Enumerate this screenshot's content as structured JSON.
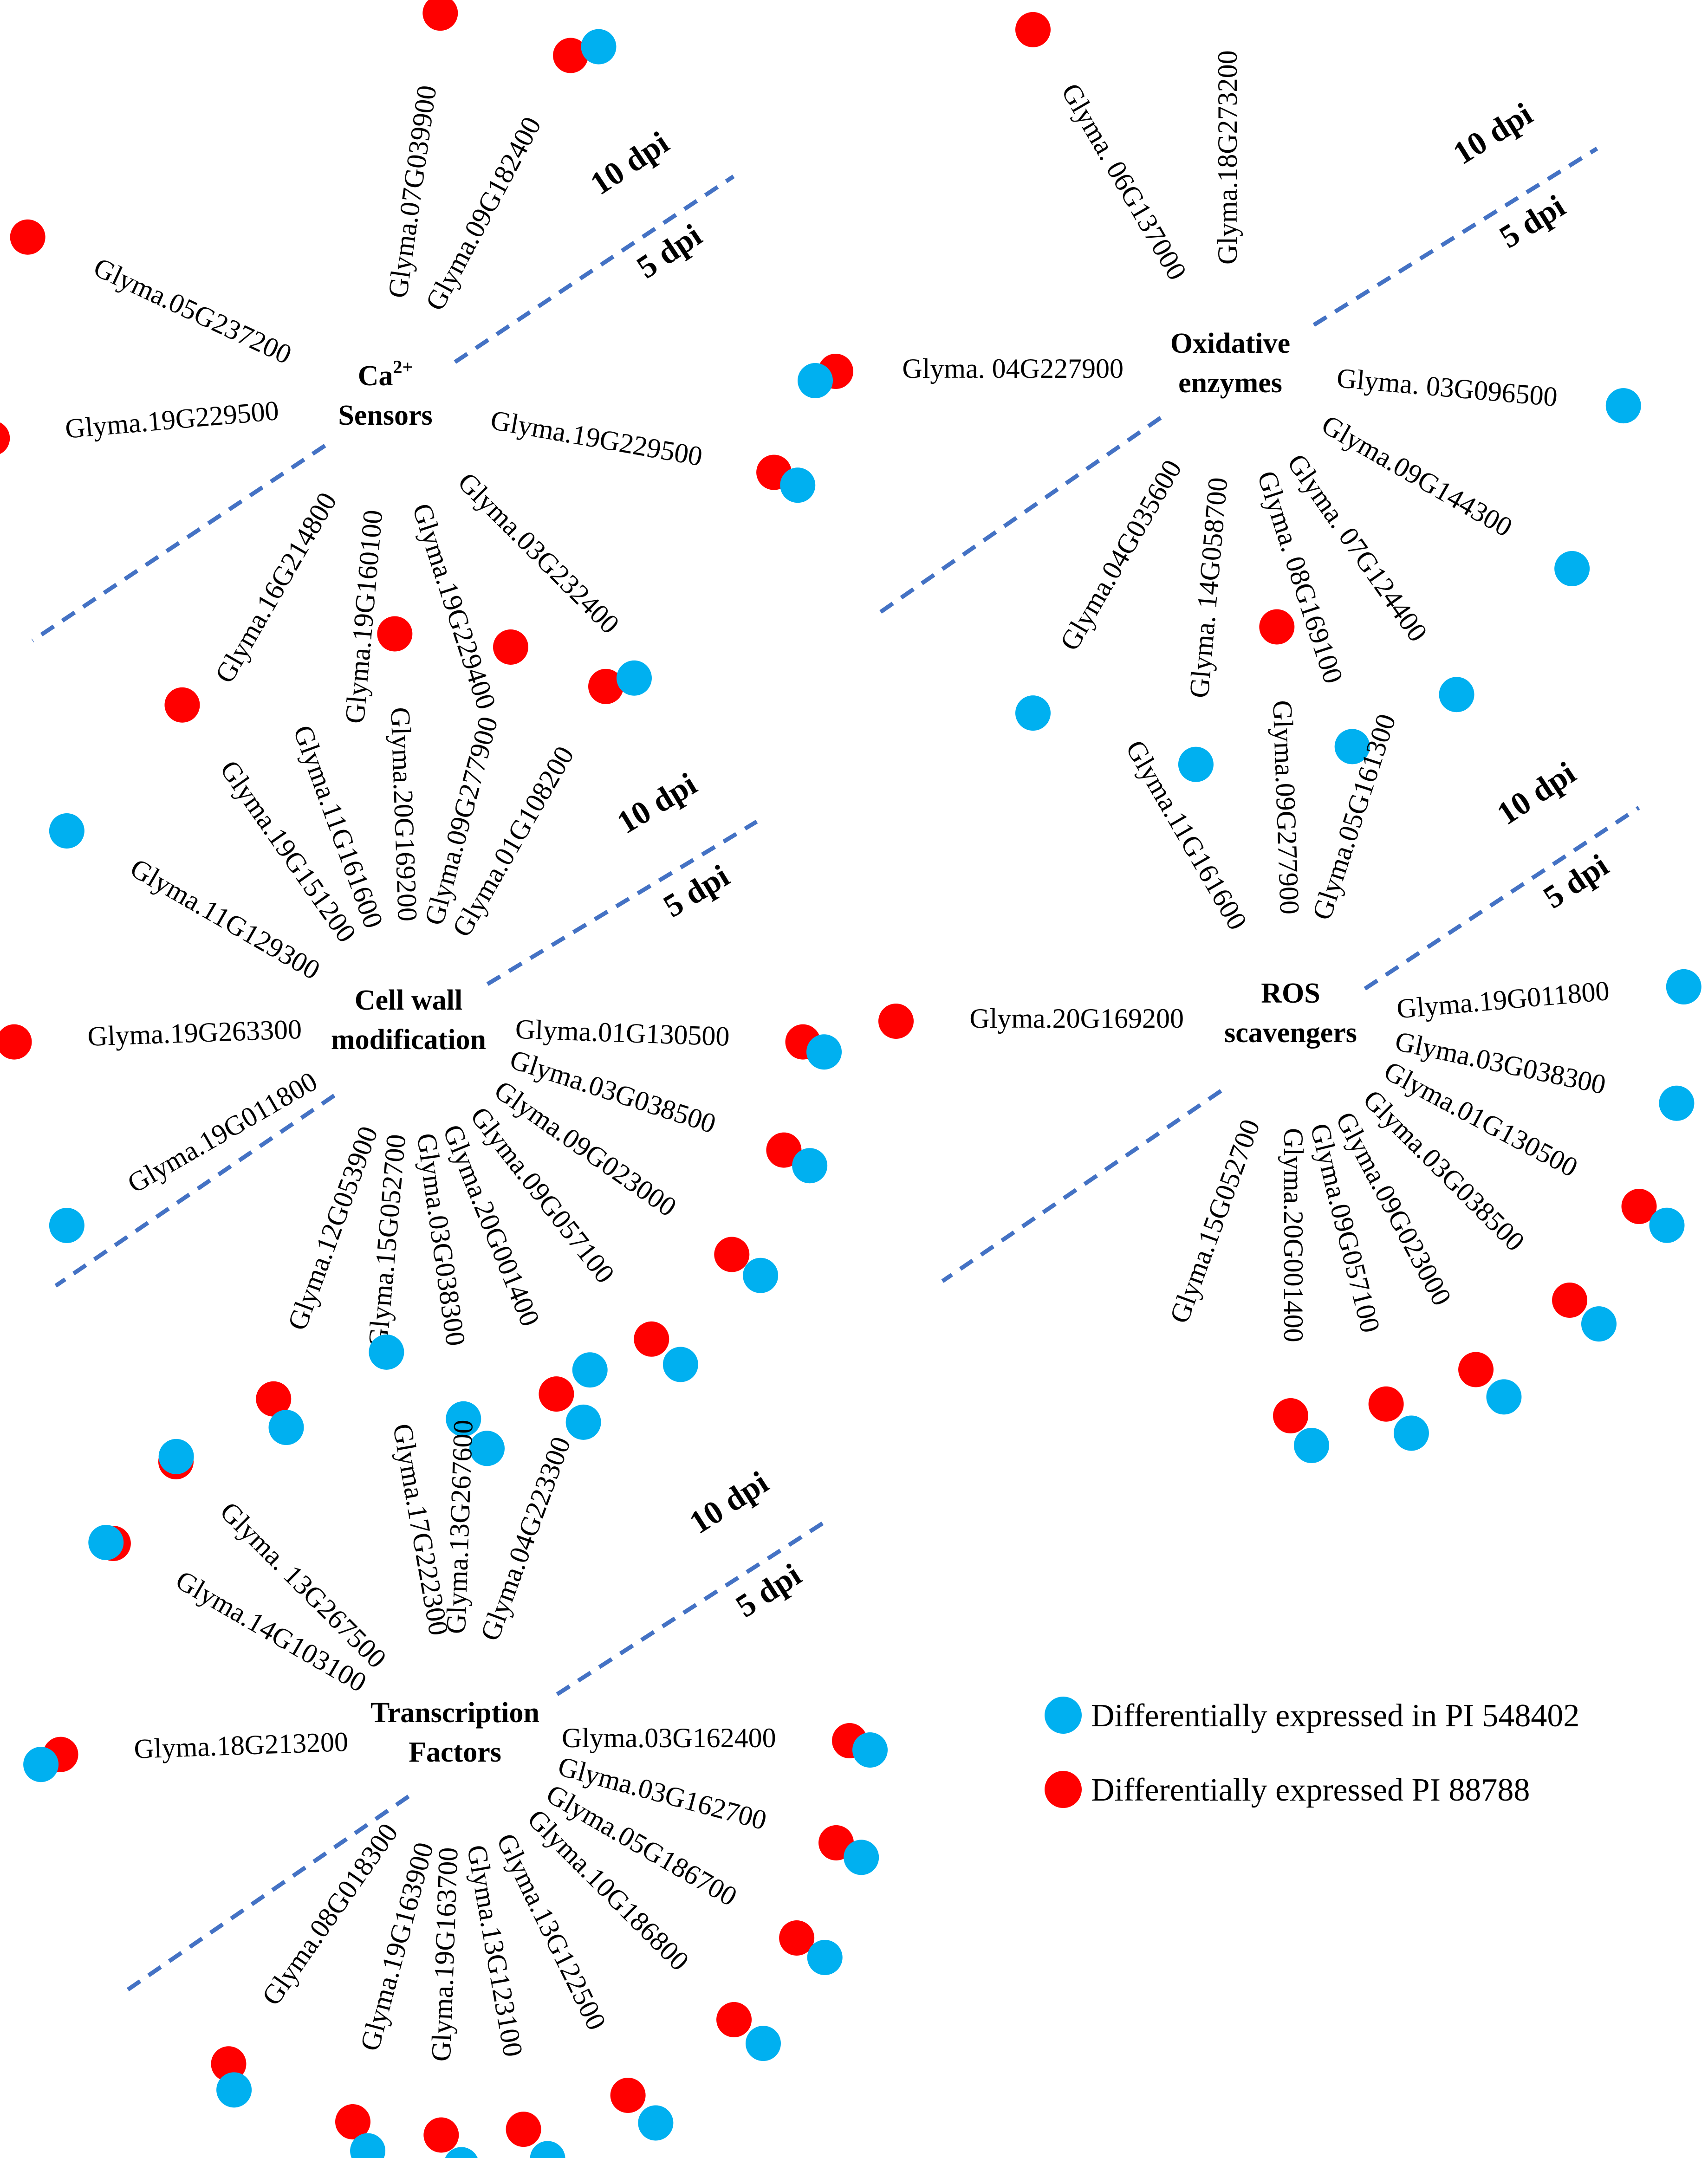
{
  "colors": {
    "blue": "#00b0f0",
    "red": "#ff0000",
    "divider": "#4472c4"
  },
  "dpi_labels": {
    "early": "5 dpi",
    "late": "10 dpi"
  },
  "legend": [
    {
      "color": "blue",
      "label": "Differentially expressed in PI 548402"
    },
    {
      "color": "red",
      "label": "Differentially expressed PI 88788"
    }
  ],
  "clusters": [
    {
      "id": "ca-sensors",
      "title_lines": [
        "Ca2+",
        "Sensors"
      ],
      "genes": [
        {
          "label": "Glyma.09G182400",
          "markers": [
            "red",
            "blue"
          ]
        },
        {
          "label": "Glyma.07G039900",
          "markers": [
            "red"
          ]
        },
        {
          "label": "Glyma.05G237200",
          "markers": [
            "red"
          ]
        },
        {
          "label": "Glyma.19G229500",
          "markers": [
            "red"
          ]
        },
        {
          "label": "Glyma.16G214800",
          "markers": []
        },
        {
          "label": "Glyma.19G160100",
          "markers": []
        },
        {
          "label": "Glyma.19G229400",
          "markers": []
        },
        {
          "label": "Glyma.03G232400",
          "markers": []
        },
        {
          "label": "Glyma.19G229500",
          "markers": [
            "red",
            "blue"
          ]
        }
      ]
    },
    {
      "id": "oxidative-enzymes",
      "title_lines": [
        "Oxidative",
        "enzymes"
      ],
      "genes": [
        {
          "label": "Glyma.18G273200",
          "markers": [
            "red",
            "blue"
          ]
        },
        {
          "label": "Glyma. 06G137000",
          "markers": [
            "red"
          ]
        },
        {
          "label": "Glyma. 04G227900",
          "markers": [
            "red",
            "blue"
          ]
        },
        {
          "label": "Glyma.04G035600",
          "markers": [
            "blue"
          ]
        },
        {
          "label": "Glyma. 14G058700",
          "markers": [
            "blue"
          ]
        },
        {
          "label": "Glyma. 08G169100",
          "markers": [
            "blue"
          ]
        },
        {
          "label": "Glyma. 07G124400",
          "markers": [
            "blue"
          ]
        },
        {
          "label": "Glyma.09G144300",
          "markers": [
            "blue"
          ]
        },
        {
          "label": "Glyma. 03G096500",
          "markers": [
            "blue"
          ]
        }
      ]
    },
    {
      "id": "cell-wall",
      "title_lines": [
        "Cell wall",
        "modification"
      ],
      "genes": [
        {
          "label": "Glyma.01G108200",
          "markers": [
            "red",
            "blue"
          ]
        },
        {
          "label": "Glyma.09G277900",
          "markers": [
            "red"
          ]
        },
        {
          "label": "Glyma.20G169200",
          "markers": [
            "red"
          ]
        },
        {
          "label": "Glyma.11G161600",
          "markers": []
        },
        {
          "label": "Glyma.19G151200",
          "markers": [
            "red"
          ]
        },
        {
          "label": "Glyma.11G129300",
          "markers": [
            "blue"
          ]
        },
        {
          "label": "Glyma.19G263300",
          "markers": [
            "red"
          ]
        },
        {
          "label": "Glyma.19G011800",
          "markers": [
            "blue"
          ]
        },
        {
          "label": "Glyma.12G053900",
          "markers": [
            "red",
            "blue"
          ]
        },
        {
          "label": "Glyma.15G052700",
          "markers": []
        },
        {
          "label": "Glyma.03G038300",
          "markers": [
            "blue",
            "blue"
          ]
        },
        {
          "label": "Glyma.20G001400",
          "markers": [
            "red",
            "blue"
          ]
        },
        {
          "label": "Glyma.09G057100",
          "markers": [
            "red",
            "blue"
          ]
        },
        {
          "label": "Glyma.09G023000",
          "markers": [
            "red",
            "blue"
          ]
        },
        {
          "label": "Glyma.03G038500",
          "markers": [
            "red",
            "blue"
          ]
        },
        {
          "label": "Glyma.01G130500",
          "markers": [
            "red",
            "blue"
          ]
        }
      ]
    },
    {
      "id": "ros-scavengers",
      "title_lines": [
        "ROS",
        "scavengers"
      ],
      "genes": [
        {
          "label": "Glyma.05G161300",
          "markers": []
        },
        {
          "label": "Glyma.09G277900",
          "markers": [
            "red"
          ]
        },
        {
          "label": "Glyma.11G161600",
          "markers": []
        },
        {
          "label": "Glyma.20G169200",
          "markers": [
            "red"
          ]
        },
        {
          "label": "Glyma.15G052700",
          "markers": []
        },
        {
          "label": "Glyma.20G001400",
          "markers": [
            "red",
            "blue"
          ]
        },
        {
          "label": "Glyma.09G057100",
          "markers": [
            "red",
            "blue"
          ]
        },
        {
          "label": "Glyma.09G023000",
          "markers": [
            "red",
            "blue"
          ]
        },
        {
          "label": "Glyma.03G038500",
          "markers": [
            "red",
            "blue"
          ]
        },
        {
          "label": "Glyma.01G130500",
          "markers": [
            "red",
            "blue"
          ]
        },
        {
          "label": "Glyma.03G038300",
          "markers": [
            "blue"
          ]
        },
        {
          "label": "Glyma.19G011800",
          "markers": [
            "blue"
          ]
        }
      ]
    },
    {
      "id": "transcription-factors",
      "title_lines": [
        "Transcription",
        "Factors"
      ],
      "genes": [
        {
          "label": "Glyma.04G223300",
          "markers": [
            "blue"
          ]
        },
        {
          "label": "Glyma.13G267600",
          "markers": []
        },
        {
          "label": "Glyma.17G222300",
          "markers": [
            "blue"
          ]
        },
        {
          "label": "Glyma. 13G267500",
          "markers": [
            "red",
            "blue"
          ]
        },
        {
          "label": "Glyma.14G103100",
          "markers": [
            "red",
            "blue"
          ]
        },
        {
          "label": "Glyma.18G213200",
          "markers": [
            "red",
            "blue"
          ]
        },
        {
          "label": "Glyma.08G018300",
          "markers": [
            "red",
            "blue"
          ]
        },
        {
          "label": "Glyma.19G163900",
          "markers": [
            "red",
            "blue"
          ]
        },
        {
          "label": "Glyma.19G163700",
          "markers": [
            "red",
            "blue"
          ]
        },
        {
          "label": "Glyma.13G123100",
          "markers": [
            "red",
            "blue"
          ]
        },
        {
          "label": "Glyma.13G122500",
          "markers": [
            "red",
            "blue"
          ]
        },
        {
          "label": "Glyma.10G186800",
          "markers": [
            "red",
            "blue"
          ]
        },
        {
          "label": "Glyma.05G186700",
          "markers": [
            "red",
            "blue"
          ]
        },
        {
          "label": "Glyma.03G162700",
          "markers": [
            "red",
            "blue"
          ]
        },
        {
          "label": "Glyma.03G162400",
          "markers": [
            "red",
            "blue"
          ]
        }
      ]
    }
  ]
}
